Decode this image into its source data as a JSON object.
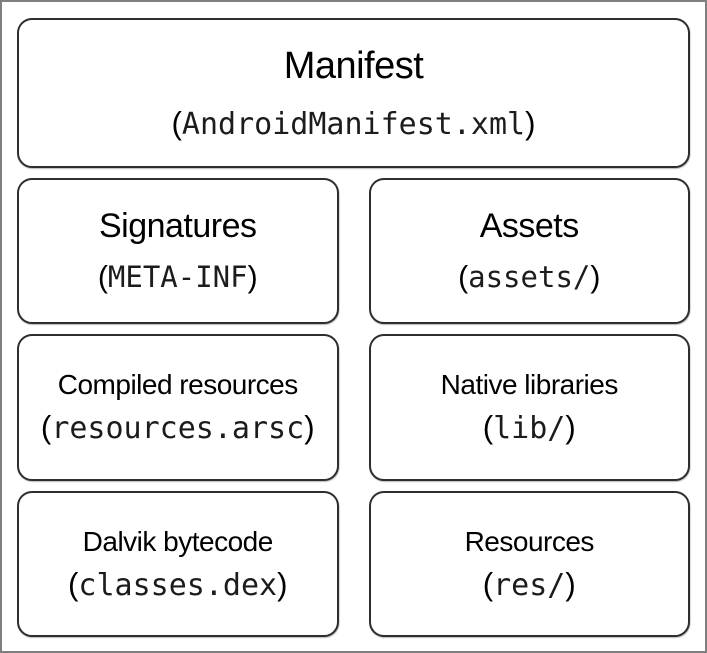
{
  "colors": {
    "background": "#ffffff",
    "outer_border": "#7f7f7f",
    "box_border": "#2e2e2e",
    "title_text": "#000000",
    "code_text": "#1c1c1c"
  },
  "boxes": [
    {
      "label": "Manifest",
      "paren_open": "(",
      "code": "AndroidManifest.xml",
      "paren_close": ")"
    },
    {
      "label": "Signatures",
      "paren_open": "(",
      "code": "META-INF",
      "paren_close": ")"
    },
    {
      "label": "Assets",
      "paren_open": "(",
      "code": "assets/",
      "paren_close": ")"
    },
    {
      "label": "Compiled resources",
      "paren_open": "(",
      "code": "resources.arsc",
      "paren_close": ")"
    },
    {
      "label": "Native libraries",
      "paren_open": "(",
      "code": "lib/",
      "paren_close": ")"
    },
    {
      "label": "Dalvik bytecode",
      "paren_open": "(",
      "code": "classes.dex",
      "paren_close": ")"
    },
    {
      "label": "Resources",
      "paren_open": "(",
      "code": "res/",
      "paren_close": ")"
    }
  ]
}
